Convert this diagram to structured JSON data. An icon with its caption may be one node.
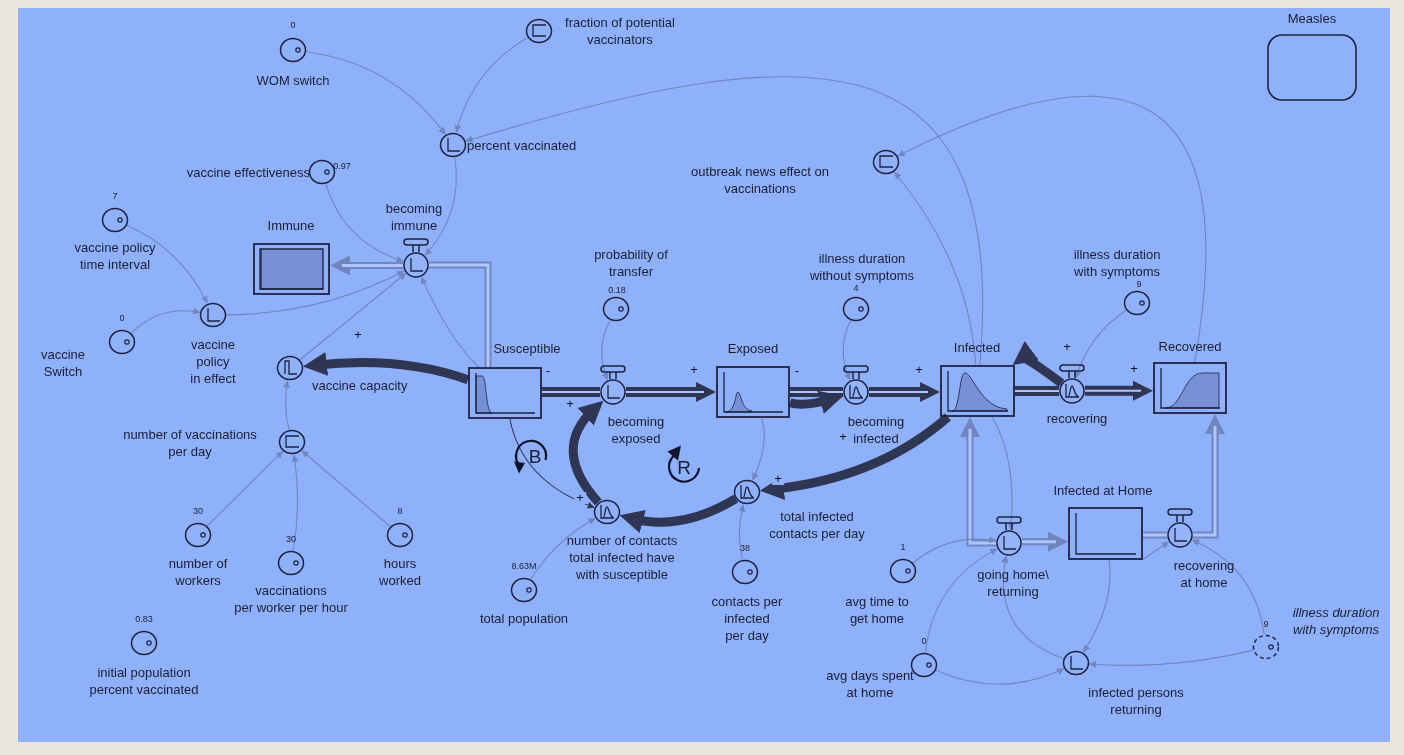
{
  "diagram": {
    "nodes": [
      {
        "text": [
          "Measles"
        ]
      },
      {
        "text": [
          "WOM switch"
        ],
        "beside": [
          "0"
        ]
      },
      {
        "text": [
          "fraction of potential vaccinators"
        ]
      },
      {
        "text": [
          "percent vaccinated"
        ]
      },
      {
        "text": [
          "vaccine effectiveness"
        ],
        "beside": [
          "0.97"
        ]
      },
      {
        "text": [
          "Immune"
        ]
      },
      {
        "text": [
          "becoming immune"
        ]
      },
      {
        "text": [
          "vaccine policy time interval"
        ],
        "beside": [
          "7"
        ]
      },
      {
        "text": [
          "vaccine Switch"
        ],
        "beside": [
          "0"
        ]
      },
      {
        "text": [
          "vaccine policy in effect"
        ]
      },
      {
        "text": [
          "vaccine capacity"
        ]
      },
      {
        "text": [
          "number of vaccinations per day"
        ]
      },
      {
        "text": [
          "number of workers"
        ],
        "beside": [
          "30"
        ]
      },
      {
        "text": [
          "vaccinations per worker per hour"
        ],
        "beside": [
          "30"
        ]
      },
      {
        "text": [
          "hours worked"
        ],
        "beside": [
          "8"
        ]
      },
      {
        "text": [
          "initial population percent vaccinated"
        ],
        "beside": [
          "0.83"
        ]
      },
      {
        "text": [
          "Susceptible"
        ]
      },
      {
        "text": [
          "probability of transfer"
        ],
        "beside": [
          "0.18"
        ]
      },
      {
        "text": [
          "becoming exposed"
        ]
      },
      {
        "text": [
          "Exposed"
        ]
      },
      {
        "text": [
          "illness duration without symptoms"
        ],
        "beside": [
          "4"
        ]
      },
      {
        "text": [
          "becoming infected"
        ]
      },
      {
        "text": [
          "outbreak news effect on vaccinations"
        ]
      },
      {
        "text": [
          "Infected"
        ]
      },
      {
        "text": [
          "illness duration with symptoms"
        ],
        "beside": [
          "9"
        ]
      },
      {
        "text": [
          "recovering"
        ]
      },
      {
        "text": [
          "Recovered"
        ]
      },
      {
        "text": [
          "number of contacts total infected have with susceptible"
        ]
      },
      {
        "text": [
          "total infected contacts per day"
        ]
      },
      {
        "text": [
          "total population"
        ],
        "beside": [
          "8.63M"
        ]
      },
      {
        "text": [
          "contacts per infected per day"
        ],
        "beside": [
          "38"
        ]
      },
      {
        "text": [
          "avg time to get home"
        ],
        "beside": [
          "1"
        ]
      },
      {
        "text": [
          "Infected at Home"
        ]
      },
      {
        "text": [
          "going home\\ returning"
        ]
      },
      {
        "text": [
          "recovering at home"
        ]
      },
      {
        "text": [
          "avg days spent at home"
        ],
        "beside": [
          "0"
        ]
      },
      {
        "text": [
          "infected persons returning"
        ]
      },
      {
        "text": [
          "illness duration with symptoms"
        ],
        "beside": [
          "9"
        ]
      }
    ],
    "edges": [
      {
        "from": 16,
        "to": 6,
        "arrow": "none",
        "style": "thick"
      },
      {
        "from": 6,
        "to": 5,
        "arrow": "to",
        "style": "thick"
      },
      {
        "from": 16,
        "to": 18,
        "arrow": "none",
        "style": "thick",
        "color": "#2f3654",
        "label": "-"
      },
      {
        "from": 18,
        "to": 19,
        "arrow": "to",
        "style": "thick",
        "color": "#2f3654",
        "label": "+"
      },
      {
        "from": 19,
        "to": 21,
        "arrow": "none",
        "style": "thick",
        "color": "#2f3654",
        "label": "-"
      },
      {
        "from": 21,
        "to": 23,
        "arrow": "to",
        "style": "thick",
        "color": "#2f3654",
        "label": "+"
      },
      {
        "from": 23,
        "to": 25,
        "arrow": "none",
        "style": "thick",
        "color": "#2f3654"
      },
      {
        "from": 25,
        "to": 26,
        "arrow": "to",
        "style": "thick",
        "color": "#2f3654",
        "label": "+"
      },
      {
        "from": 33,
        "to": 23,
        "arrow": "to",
        "style": "thick"
      },
      {
        "from": 33,
        "to": 32,
        "arrow": "to",
        "style": "thick"
      },
      {
        "from": 32,
        "to": 34,
        "arrow": "none",
        "style": "thick"
      },
      {
        "from": 34,
        "to": 26,
        "arrow": "to",
        "style": "thick"
      },
      {
        "from": 1,
        "to": 3,
        "arrow": "to"
      },
      {
        "from": 2,
        "to": 3,
        "arrow": "to"
      },
      {
        "from": 23,
        "to": 3,
        "arrow": "to"
      },
      {
        "from": 23,
        "to": 22,
        "arrow": "to"
      },
      {
        "from": 26,
        "to": 22,
        "arrow": "to"
      },
      {
        "from": 3,
        "to": 6,
        "arrow": "to"
      },
      {
        "from": 4,
        "to": 6,
        "arrow": "to"
      },
      {
        "from": 9,
        "to": 6,
        "arrow": "to"
      },
      {
        "from": 10,
        "to": 6,
        "arrow": "to",
        "label": "+"
      },
      {
        "from": 16,
        "to": 6,
        "arrow": "to"
      },
      {
        "from": 7,
        "to": 9,
        "arrow": "to"
      },
      {
        "from": 8,
        "to": 9,
        "arrow": "to"
      },
      {
        "from": 11,
        "to": 10,
        "arrow": "to"
      },
      {
        "from": 12,
        "to": 11,
        "arrow": "to"
      },
      {
        "from": 13,
        "to": 11,
        "arrow": "to"
      },
      {
        "from": 14,
        "to": 11,
        "arrow": "to"
      },
      {
        "from": 16,
        "to": 10,
        "arrow": "to",
        "style": "thick",
        "color": "#2f3654"
      },
      {
        "from": 17,
        "to": 18,
        "arrow": "to"
      },
      {
        "from": 16,
        "to": 27,
        "arrow": "to",
        "color": "#2f3654",
        "label": "+"
      },
      {
        "from": 29,
        "to": 27,
        "arrow": "to"
      },
      {
        "from": 27,
        "to": 18,
        "arrow": "to",
        "style": "thick",
        "color": "#2f3654",
        "label": "+"
      },
      {
        "from": 28,
        "to": 27,
        "arrow": "to",
        "style": "thick",
        "color": "#2f3654"
      },
      {
        "from": 23,
        "to": 28,
        "arrow": "to",
        "style": "thick",
        "color": "#2f3654",
        "label": "+"
      },
      {
        "from": 19,
        "to": 28,
        "arrow": "to"
      },
      {
        "from": 30,
        "to": 28,
        "arrow": "to"
      },
      {
        "from": 20,
        "to": 21,
        "arrow": "to"
      },
      {
        "from": 19,
        "to": 21,
        "arrow": "to",
        "style": "thick",
        "color": "#2f3654",
        "label": "+"
      },
      {
        "from": 24,
        "to": 25,
        "arrow": "to",
        "label": "+"
      },
      {
        "from": 25,
        "to": 23,
        "arrow": "to",
        "style": "thick",
        "color": "#2f3654"
      },
      {
        "from": 23,
        "to": 33,
        "arrow": "to"
      },
      {
        "from": 31,
        "to": 33,
        "arrow": "to"
      },
      {
        "from": 35,
        "to": 33,
        "arrow": "to"
      },
      {
        "from": 32,
        "to": 36,
        "arrow": "to"
      },
      {
        "from": 35,
        "to": 36,
        "arrow": "to"
      },
      {
        "from": 37,
        "to": 36,
        "arrow": "to"
      },
      {
        "from": 37,
        "to": 34,
        "arrow": "to"
      },
      {
        "from": 32,
        "to": 34,
        "arrow": "to"
      },
      {
        "from": 36,
        "to": 33,
        "arrow": "to"
      }
    ],
    "labels": [
      "B",
      "R"
    ]
  }
}
